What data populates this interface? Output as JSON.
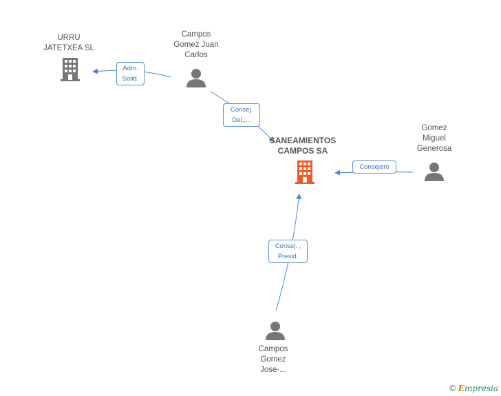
{
  "colors": {
    "edge": "#4a86d8",
    "company_main": "#f05a28",
    "company": "#777777",
    "person": "#777777"
  },
  "nodes": {
    "main": {
      "label": "SANEAMIENTOS\nCAMPOS SA",
      "icon": "building-icon"
    },
    "urru": {
      "label": "URRU\nJATETXEA SL",
      "icon": "building-icon"
    },
    "campos_juan": {
      "label": "Campos\nGomez Juan\nCarlos",
      "icon": "person-icon"
    },
    "gomez_miguel": {
      "label": "Gomez\nMiguel\nGenerosa",
      "icon": "person-icon"
    },
    "campos_jose": {
      "label": "Campos\nGomez\nJose-...",
      "icon": "person-icon"
    }
  },
  "edges": {
    "adm_solid": "Adm.\nSolid.",
    "consej_del": "Consej.\nDel.,...",
    "consejero": "Consejero",
    "consej_presid": "Consej. ,\nPresid."
  },
  "brand": {
    "copyright": "©",
    "name_first": "E",
    "name_rest": "mpresia"
  }
}
